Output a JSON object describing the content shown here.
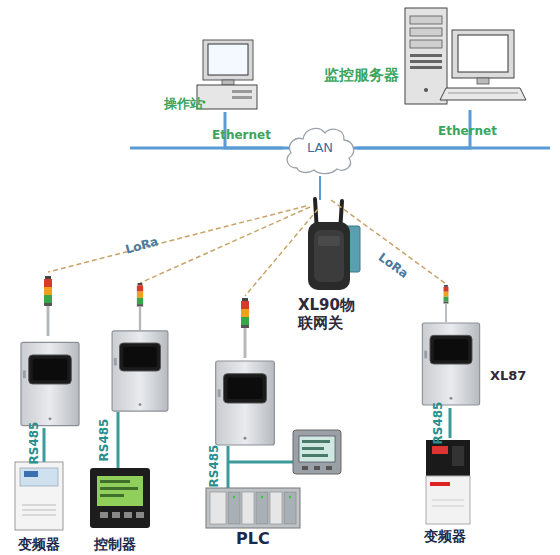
{
  "diagram": {
    "nodes": [
      {
        "text": [
          "操作站"
        ]
      },
      {
        "text": [
          "监控服务器"
        ]
      },
      {
        "text": [
          "LAN"
        ]
      },
      {
        "text": [
          "XL90物 联网关"
        ]
      },
      {
        "text": [
          "XL87"
        ]
      },
      {
        "text": [
          "变频器"
        ]
      },
      {
        "text": [
          "控制器"
        ]
      },
      {
        "text": [
          "PLC"
        ]
      },
      {
        "text": [
          "变频器"
        ]
      }
    ],
    "edges": [
      {
        "from": 0,
        "to": 2,
        "arrow": "none",
        "label": "Ethernet"
      },
      {
        "from": 1,
        "to": 2,
        "arrow": "none",
        "label": "Ethernet"
      },
      {
        "from": 2,
        "to": 3,
        "arrow": "none"
      },
      {
        "from": 3,
        "to": 4,
        "arrow": "none",
        "label": "LoRa"
      },
      {
        "from": 4,
        "to": 8,
        "arrow": "none",
        "label": "RS485"
      }
    ],
    "labels": [
      "LoRa",
      "RS485",
      "RS485",
      "RS485"
    ]
  }
}
